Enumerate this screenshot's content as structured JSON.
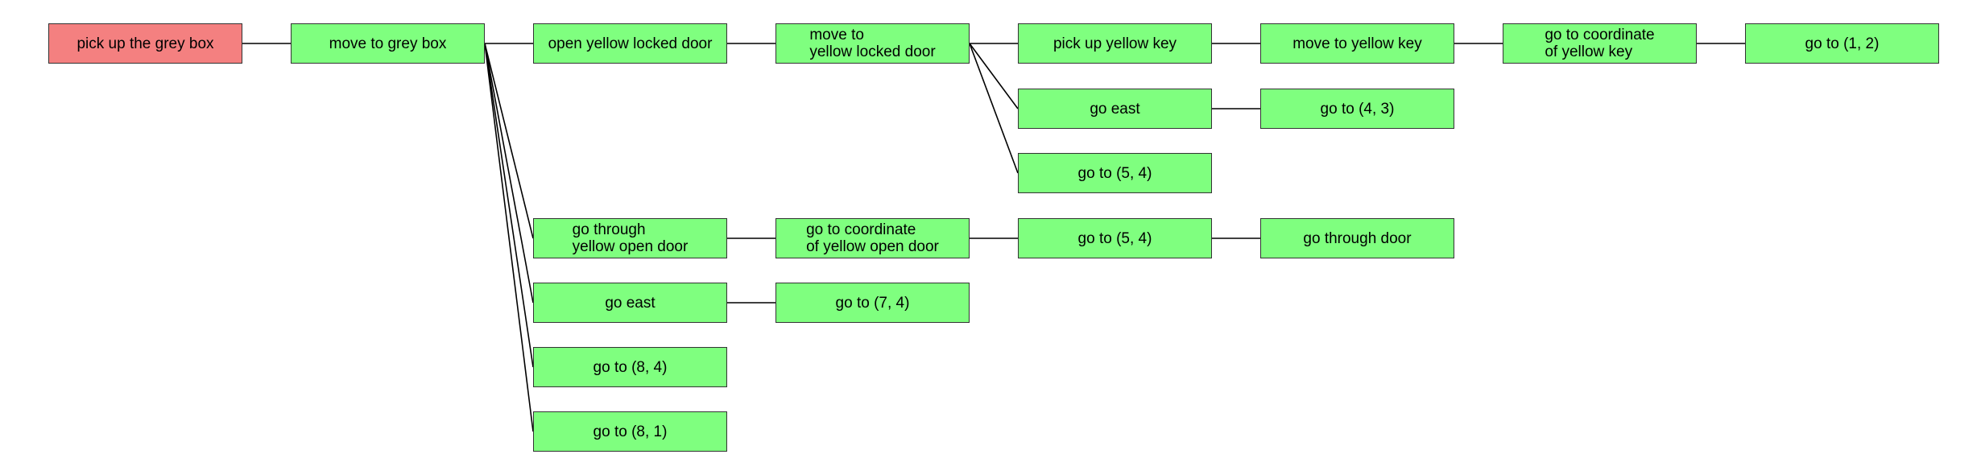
{
  "colors": {
    "root_fill": "#f48080",
    "node_fill": "#7fff7f",
    "border": "#333333",
    "edge": "#000000",
    "text": "#000000"
  },
  "nodes": [
    {
      "id": "n0",
      "label": "pick up the grey box",
      "root": true
    },
    {
      "id": "n1",
      "label": "move to grey box"
    },
    {
      "id": "n2",
      "label": "open yellow locked door"
    },
    {
      "id": "n3",
      "label": "move to\nyellow locked door"
    },
    {
      "id": "n4",
      "label": "pick up yellow key"
    },
    {
      "id": "n5",
      "label": "move to yellow key"
    },
    {
      "id": "n6",
      "label": "go to coordinate\nof yellow key"
    },
    {
      "id": "n7",
      "label": "go to (1, 2)"
    },
    {
      "id": "n8",
      "label": "go east"
    },
    {
      "id": "n9",
      "label": "go to (4, 3)"
    },
    {
      "id": "n10",
      "label": "go to (5, 4)"
    },
    {
      "id": "n11",
      "label": "go through\nyellow open door"
    },
    {
      "id": "n12",
      "label": "go to coordinate\nof yellow open door"
    },
    {
      "id": "n13",
      "label": "go to (5, 4)"
    },
    {
      "id": "n14",
      "label": "go through door"
    },
    {
      "id": "n15",
      "label": "go east"
    },
    {
      "id": "n16",
      "label": "go to (7, 4)"
    },
    {
      "id": "n17",
      "label": "go to (8, 4)"
    },
    {
      "id": "n18",
      "label": "go to (8, 1)"
    }
  ],
  "edges": [
    [
      "n0",
      "n1"
    ],
    [
      "n1",
      "n2"
    ],
    [
      "n2",
      "n3"
    ],
    [
      "n3",
      "n4"
    ],
    [
      "n4",
      "n5"
    ],
    [
      "n5",
      "n6"
    ],
    [
      "n6",
      "n7"
    ],
    [
      "n3",
      "n8"
    ],
    [
      "n8",
      "n9"
    ],
    [
      "n3",
      "n10"
    ],
    [
      "n1",
      "n11"
    ],
    [
      "n11",
      "n12"
    ],
    [
      "n12",
      "n13"
    ],
    [
      "n13",
      "n14"
    ],
    [
      "n1",
      "n15"
    ],
    [
      "n15",
      "n16"
    ],
    [
      "n1",
      "n17"
    ],
    [
      "n1",
      "n18"
    ]
  ]
}
